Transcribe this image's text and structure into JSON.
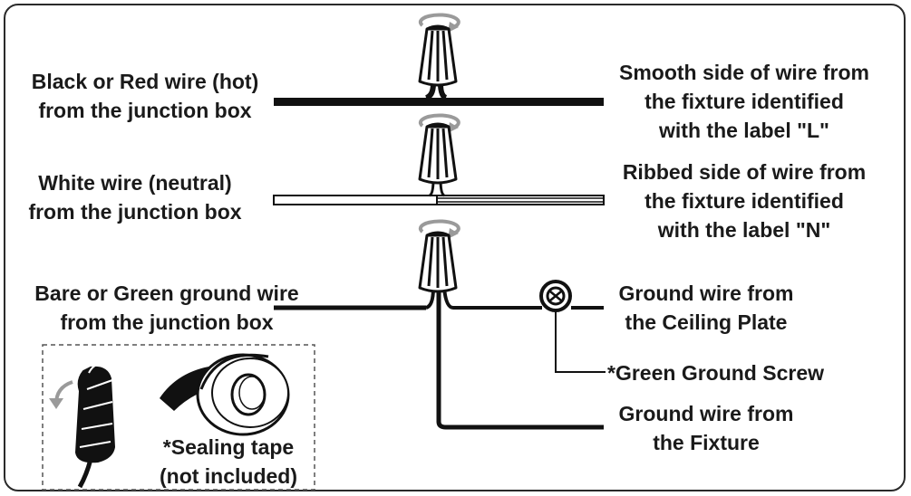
{
  "labels": {
    "hot": [
      "Black or Red wire (hot)",
      "from the junction box"
    ],
    "neutral": [
      "White wire (neutral)",
      "from the junction box"
    ],
    "ground": [
      "Bare or Green ground wire",
      "from the junction box"
    ],
    "smooth": [
      "Smooth side of wire from",
      "the fixture identified",
      "with the label \"L\""
    ],
    "ribbed": [
      "Ribbed side of wire from",
      "the fixture identified",
      "with the label \"N\""
    ],
    "ceiling_ground": [
      "Ground wire from",
      "the Ceiling Plate"
    ],
    "green_screw": "*Green Ground Screw",
    "fixture_ground": [
      "Ground wire from",
      "the Fixture"
    ],
    "sealing_tape": [
      "*Sealing tape",
      "(not included)"
    ]
  },
  "colors": {
    "wire": "#111111",
    "connector_arrow": "#9a9a9a",
    "text": "#1a1a1a"
  },
  "icons": [
    "wire-nut-icon",
    "rotate-arrow-icon",
    "ground-screw-icon",
    "tape-roll-icon",
    "taped-wire-icon"
  ]
}
